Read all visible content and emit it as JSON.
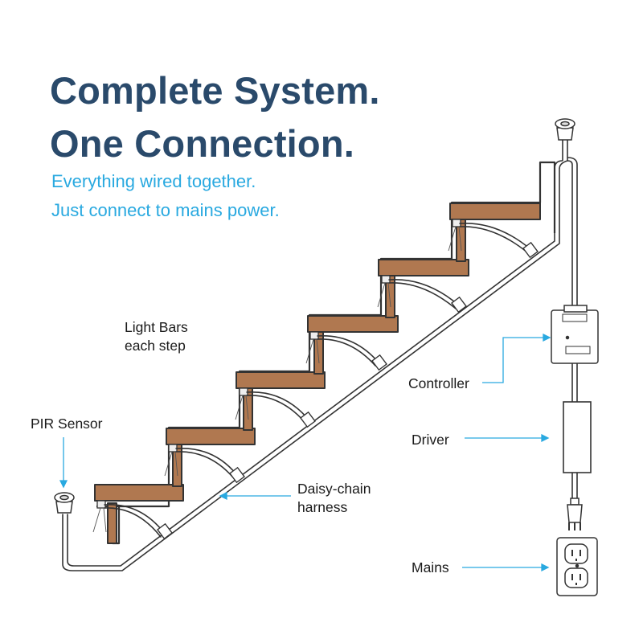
{
  "headline": {
    "line1": "Complete System.",
    "line2": "One Connection."
  },
  "subheadline": {
    "line1": "Everything wired together.",
    "line2": "Just connect to mains power."
  },
  "labels": {
    "light_bars_line1": "Light Bars",
    "light_bars_line2": "each step",
    "pir_sensor": "PIR Sensor",
    "controller": "Controller",
    "driver": "Driver",
    "daisy_chain_line1": "Daisy-chain",
    "daisy_chain_line2": "harness",
    "mains": "Mains"
  },
  "colors": {
    "headline": "#2a4a6b",
    "subheadline": "#29a9e0",
    "wood": "#b07850",
    "arrow": "#29a9e0",
    "wire": "#333333"
  }
}
